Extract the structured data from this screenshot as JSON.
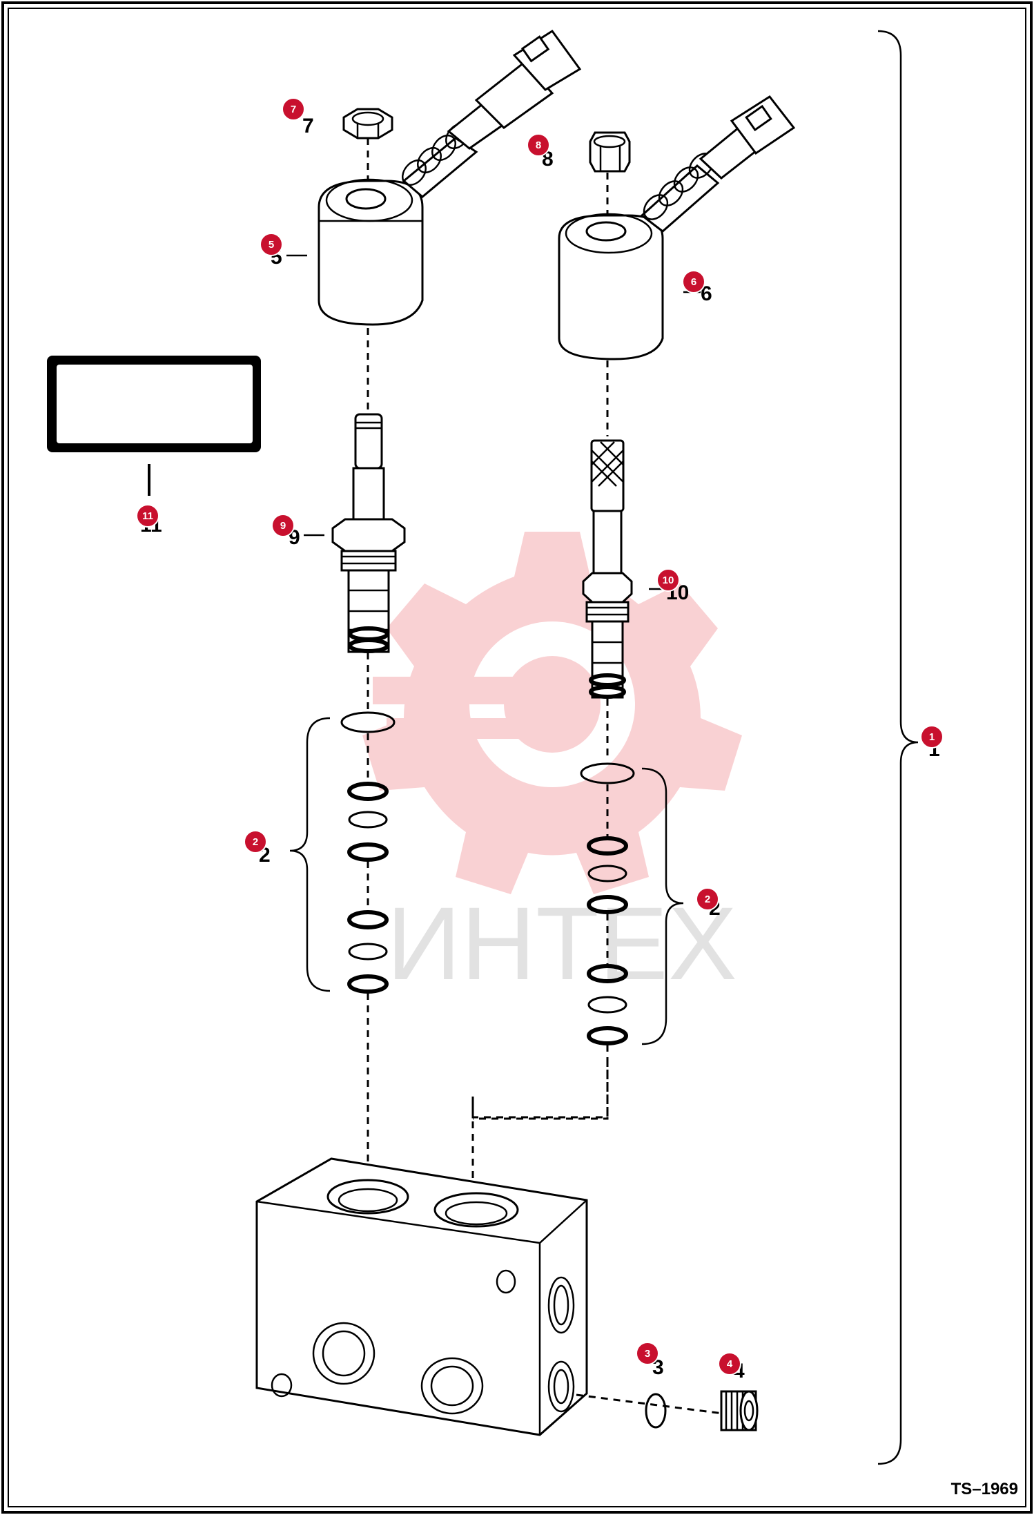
{
  "drawing_id": "TS–1969",
  "watermark": "ИНТЕХ",
  "callouts": {
    "c1": "1",
    "c2a": "2",
    "c2b": "2",
    "c3": "3",
    "c4": "4",
    "c5": "5",
    "c6": "6",
    "c7": "7",
    "c8": "8",
    "c9": "9",
    "c10": "10",
    "c11": "11"
  },
  "part_numbers": {
    "p1": "1",
    "p2a": "2",
    "p2b": "2",
    "p3": "3",
    "p4": "4",
    "p5": "5",
    "p6": "6",
    "p7": "7",
    "p8": "8",
    "p9": "9",
    "p10": "10",
    "p11": "11"
  },
  "colors": {
    "callout": "#c8102e",
    "watermark": "#e8323c",
    "frame": "#000000"
  }
}
